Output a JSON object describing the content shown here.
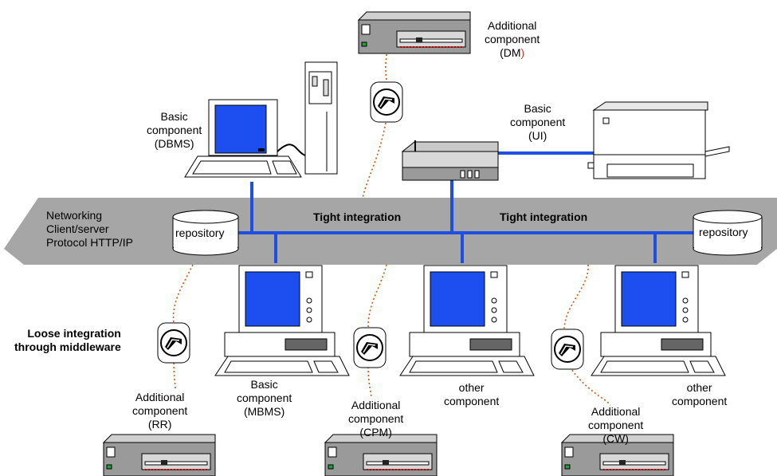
{
  "network": {
    "label_lines": [
      "Networking",
      "Client/server",
      "Protocol HTTP/IP"
    ],
    "integration_left": "Tight integration",
    "integration_right": "Tight integration",
    "repository_left": "repository",
    "repository_right": "repository"
  },
  "loose_integration": [
    "Loose integration",
    "through middleware"
  ],
  "components": {
    "dm": [
      "Additional",
      "component",
      "(DM",
      ")"
    ],
    "dbms": [
      "Basic",
      "component",
      "(DBMS)"
    ],
    "ui": [
      "Basic",
      "component",
      "(UI)"
    ],
    "mbms": [
      "Basic",
      "component",
      "(MBMS)"
    ],
    "other1": [
      "other",
      "component"
    ],
    "other2": [
      "other",
      "component"
    ],
    "rr": [
      "Additional",
      "component",
      "(RR)"
    ],
    "cpm": [
      "Additional",
      "component",
      "(CPM)"
    ],
    "cw": [
      "Additional",
      "component",
      "(CW)"
    ]
  },
  "colors": {
    "band": "#a6a6a6",
    "link": "#1f4fe0",
    "screen": "#1d4ff0",
    "middleware_line": "#c55a11"
  }
}
